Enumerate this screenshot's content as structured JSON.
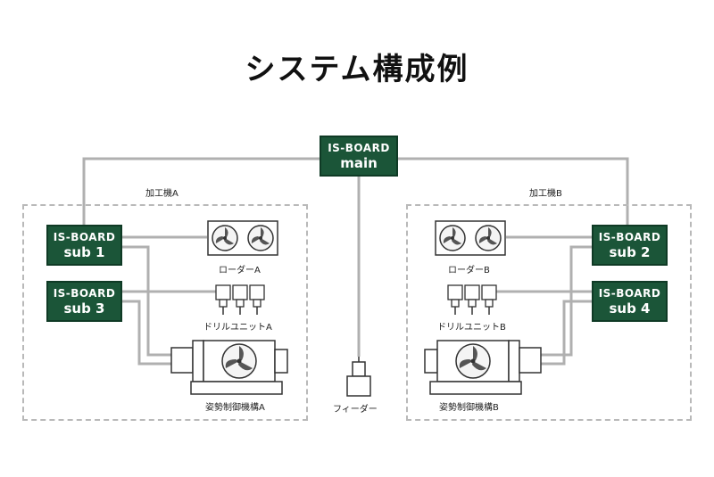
{
  "title": "システム構成例",
  "main_board": {
    "line1": "IS-BOARD",
    "line2": "main"
  },
  "machine_a": {
    "label": "加工機A",
    "sub1": {
      "line1": "IS-BOARD",
      "line2": "sub 1"
    },
    "sub3": {
      "line1": "IS-BOARD",
      "line2": "sub 3"
    },
    "loader": "ローダーA",
    "drill": "ドリルユニットA",
    "attitude": "姿勢制御機構A"
  },
  "machine_b": {
    "label": "加工機B",
    "sub2": {
      "line1": "IS-BOARD",
      "line2": "sub 2"
    },
    "sub4": {
      "line1": "IS-BOARD",
      "line2": "sub 4"
    },
    "loader": "ローダーB",
    "drill": "ドリルユニットB",
    "attitude": "姿勢制御機構B"
  },
  "feeder": "フィーダー",
  "colors": {
    "board": "#1b5538",
    "wire": "#b0b0b0",
    "dash": "#b9b9b9"
  }
}
